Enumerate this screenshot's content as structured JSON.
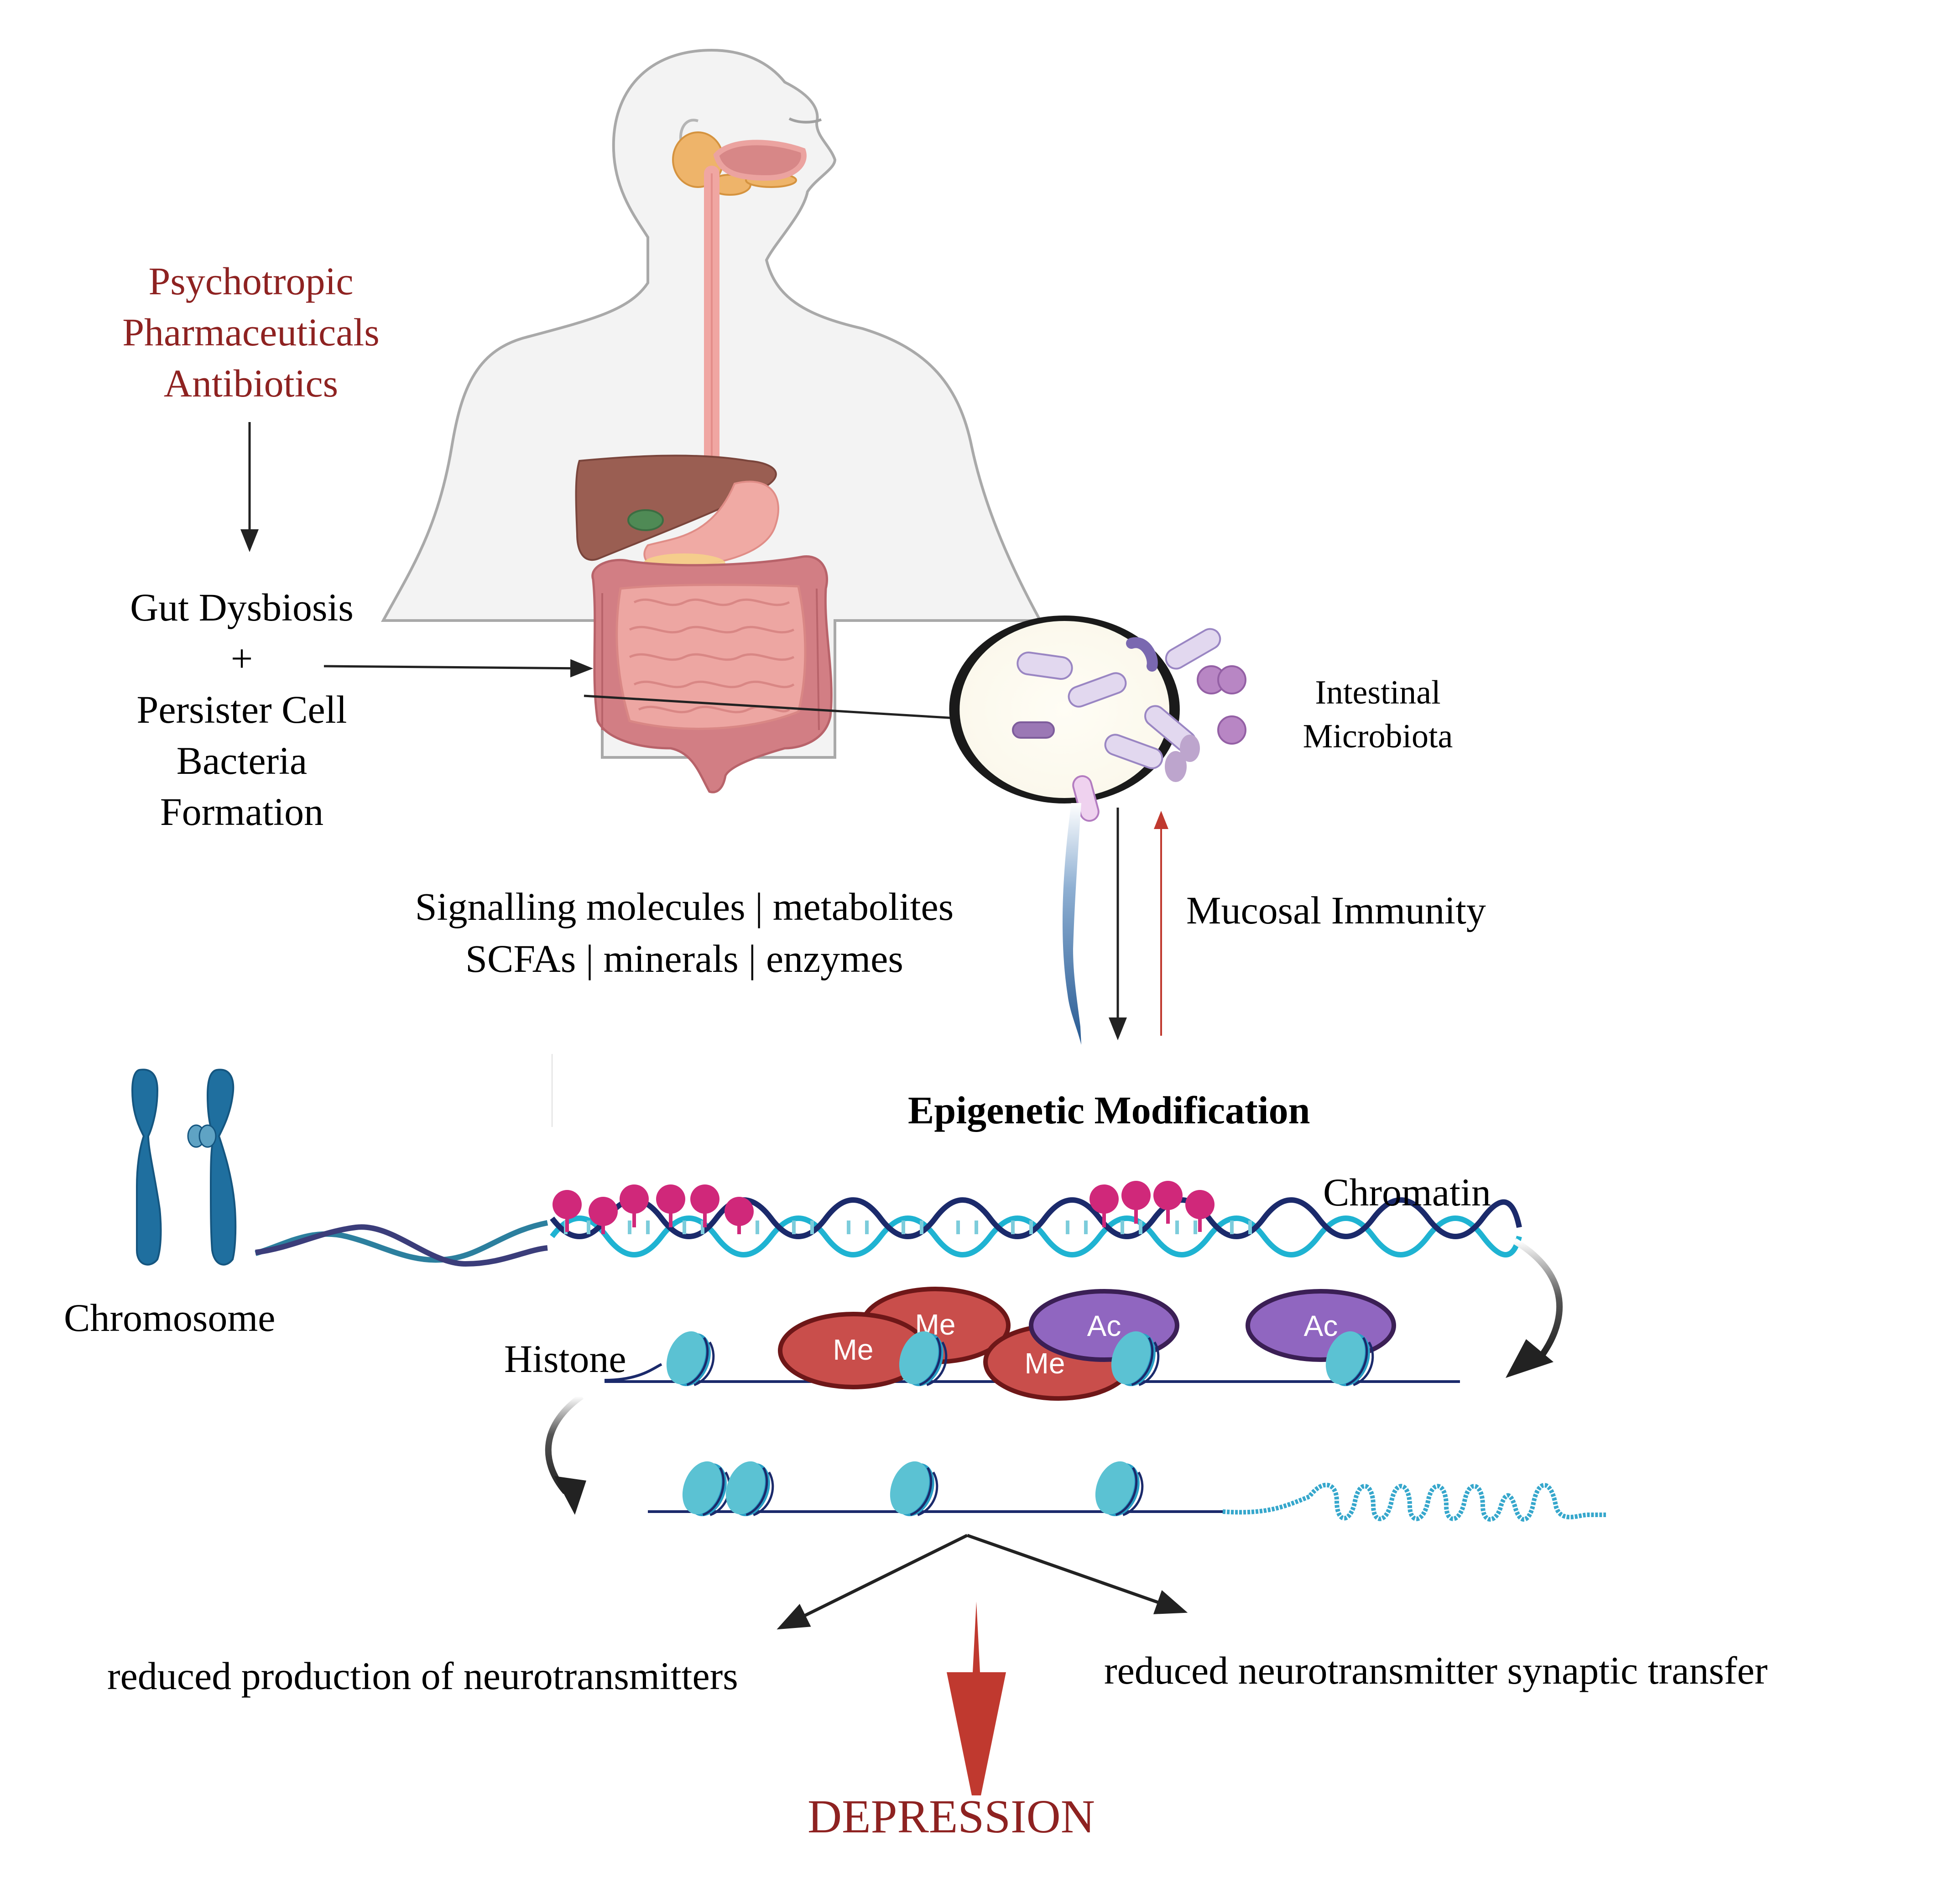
{
  "figure": {
    "drug_exposure": {
      "lines": [
        "Psychotropic",
        "Pharmaceuticals",
        "Antibiotics"
      ],
      "color": "#8e2221"
    },
    "gut_condition": {
      "lines": [
        "Gut Dysbiosis",
        "+",
        "Persister Cell",
        "Bacteria",
        "Formation"
      ]
    },
    "microbiota": {
      "lines": [
        "Intestinal",
        "Microbiota"
      ]
    },
    "signals": {
      "lines": [
        "Signalling molecules | metabolites",
        "SCFAs | minerals | enzymes"
      ]
    },
    "mucosal_immunity": "Mucosal Immunity",
    "epigenetic_modification": "Epigenetic Modification",
    "chromatin_label": "Chromatin",
    "chromosome_label": "Chromosome",
    "histone_label": "Histone",
    "modifications": [
      {
        "label": "Me",
        "type": "methylation"
      },
      {
        "label": "Me",
        "type": "methylation"
      },
      {
        "label": "Me",
        "type": "methylation"
      },
      {
        "label": "Ac",
        "type": "acetylation"
      },
      {
        "label": "Ac",
        "type": "acetylation"
      }
    ],
    "outcomes": {
      "left": "reduced production of neurotransmitters",
      "right": "reduced neurotransmitter synaptic transfer"
    },
    "result": {
      "label": "DEPRESSION",
      "color": "#8e2221"
    },
    "colors": {
      "methyl_fill": "#c94e4b",
      "methyl_stroke": "#6e1718",
      "acetyl_fill": "#9066c0",
      "acetyl_stroke": "#3b1f55",
      "nucleosome": "#5bc2d3",
      "chromosome": "#1f6f9f",
      "binding_protein": "#d0287a",
      "red_arrow": "#c0392f",
      "immunity_arrow": "#c0392f"
    }
  }
}
